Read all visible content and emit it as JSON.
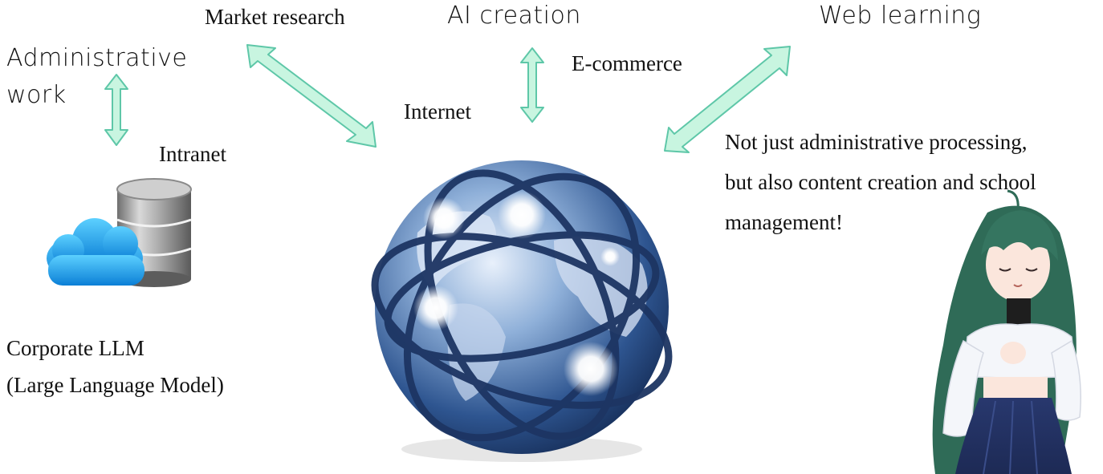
{
  "labels": {
    "market_research": "Market research",
    "ai_creation": "AI creation",
    "web_learning": "Web learning",
    "administrative_line1": "Administrative",
    "administrative_line2": "work",
    "ecommerce": "E-commerce",
    "internet": "Internet",
    "intranet": "Intranet",
    "note_line1": "Not just administrative processing,",
    "note_line2": "but also content creation and school",
    "note_line3": "management!",
    "llm_line1": "Corporate LLM",
    "llm_line2": "(Large Language Model)"
  },
  "colors": {
    "arrow_fill": "#c8f5e0",
    "arrow_stroke": "#5ec7a8",
    "globe_blue": "#2b4f86",
    "cloud_blue": "#1aa7ee",
    "db_gray": "#9a9a9a"
  },
  "icons": [
    "database-icon",
    "cloud-icon",
    "globe-icon",
    "character-illustration"
  ]
}
